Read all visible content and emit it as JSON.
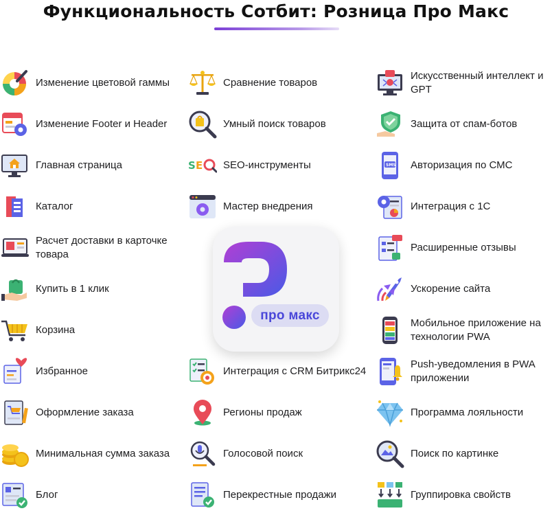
{
  "title": "Функциональность Сотбит: Розница Про Макс",
  "logo": {
    "badge_text": "про макс"
  },
  "colors": {
    "brand_purple": "#7b3fd6",
    "brand_blue": "#4a47d9",
    "accent_orange": "#f4a21b",
    "accent_red": "#e84b58"
  },
  "col1": [
    {
      "label": "Изменение цветовой гаммы",
      "icon": "color-wheel-icon"
    },
    {
      "label": "Изменение Footer и Header",
      "icon": "layout-settings-icon"
    },
    {
      "label": "Главная страница",
      "icon": "home-monitor-icon"
    },
    {
      "label": "Каталог",
      "icon": "catalog-book-icon"
    },
    {
      "label": "Расчет доставки в карточке товара",
      "icon": "delivery-laptop-icon"
    },
    {
      "label": "Купить в 1 клик",
      "icon": "one-click-bag-icon"
    },
    {
      "label": "Корзина",
      "icon": "cart-icon"
    },
    {
      "label": "Избранное",
      "icon": "favorites-heart-icon"
    },
    {
      "label": "Оформление заказа",
      "icon": "order-checkout-icon"
    },
    {
      "label": "Минимальная сумма заказа",
      "icon": "coins-icon"
    },
    {
      "label": "Блог",
      "icon": "blog-document-icon"
    }
  ],
  "col2_top": [
    {
      "label": "Сравнение товаров",
      "icon": "scales-icon"
    },
    {
      "label": "Умный поиск товаров",
      "icon": "smart-search-icon"
    },
    {
      "label": "SEO-инструменты",
      "icon": "seo-icon"
    },
    {
      "label": "Мастер внедрения",
      "icon": "setup-wizard-icon"
    }
  ],
  "col2_bottom": [
    {
      "label": "Интеграция с CRM Битрикс24",
      "icon": "crm-integration-icon"
    },
    {
      "label": "Регионы продаж",
      "icon": "map-pin-icon"
    },
    {
      "label": "Голосовой поиск",
      "icon": "voice-search-icon"
    },
    {
      "label": "Перекрестные продажи",
      "icon": "cross-sell-icon"
    }
  ],
  "col3": [
    {
      "label": "Искусственный интеллект и GPT",
      "icon": "ai-chip-icon"
    },
    {
      "label": "Защита от спам-ботов",
      "icon": "shield-check-icon"
    },
    {
      "label": "Авторизация по СМС",
      "icon": "sms-phone-icon"
    },
    {
      "label": "Интеграция с 1С",
      "icon": "gear-document-icon"
    },
    {
      "label": "Расширенные отзывы",
      "icon": "reviews-icon"
    },
    {
      "label": "Ускорение сайта",
      "icon": "rocket-speed-icon"
    },
    {
      "label": "Мобильное приложение на технологии PWA",
      "icon": "mobile-app-icon"
    },
    {
      "label": "Push-уведомления в PWA приложении",
      "icon": "push-bell-icon"
    },
    {
      "label": "Программа лояльности",
      "icon": "diamond-icon"
    },
    {
      "label": "Поиск по картинке",
      "icon": "image-search-icon"
    },
    {
      "label": "Группировка свойств",
      "icon": "grouping-arrows-icon"
    }
  ]
}
